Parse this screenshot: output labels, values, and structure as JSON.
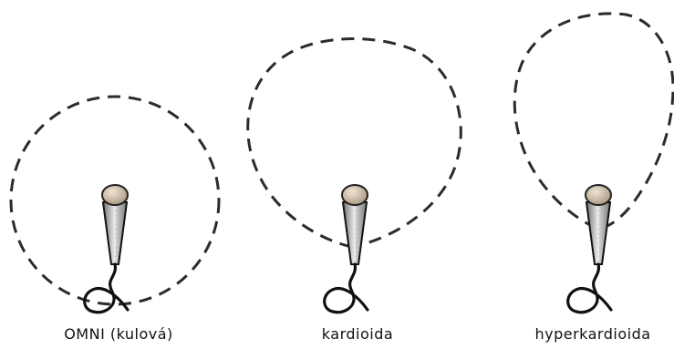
{
  "microphones": [
    {
      "label": "OMNI (kulová)",
      "pattern": "omni"
    },
    {
      "label": "kardioida",
      "pattern": "cardioid"
    },
    {
      "label": "hyperkardioida",
      "pattern": "hypercardioid"
    }
  ],
  "colors": {
    "pattern_line": "#2b2b2b",
    "mic_head": "#c9b9a4",
    "mic_body_light": "#d9d9d9",
    "mic_body_dark": "#6f6f6f",
    "cable": "#111111",
    "text": "#111111",
    "background": "#ffffff"
  }
}
